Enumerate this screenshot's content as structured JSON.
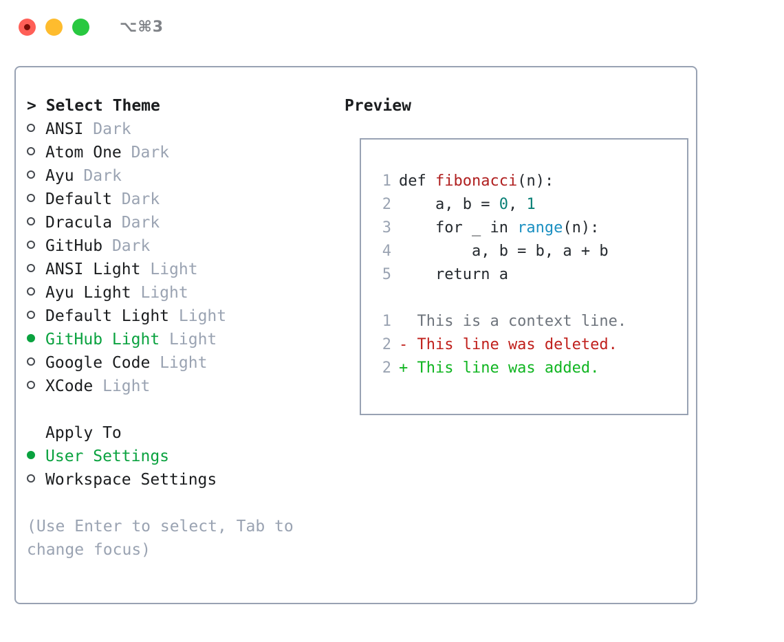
{
  "window": {
    "shortcut": "⌥⌘3",
    "traffic_lights": [
      {
        "name": "close",
        "color": "#ff5f57"
      },
      {
        "name": "minimize",
        "color": "#febc2e"
      },
      {
        "name": "maximize",
        "color": "#28c840"
      }
    ]
  },
  "theme_picker": {
    "title": "> Select Theme",
    "items": [
      {
        "bullet": "o",
        "label": "ANSI",
        "tag": "Dark",
        "selected": false
      },
      {
        "bullet": "o",
        "label": "Atom One",
        "tag": "Dark",
        "selected": false
      },
      {
        "bullet": "o",
        "label": "Ayu",
        "tag": "Dark",
        "selected": false
      },
      {
        "bullet": "o",
        "label": "Default",
        "tag": "Dark",
        "selected": false
      },
      {
        "bullet": "o",
        "label": "Dracula",
        "tag": "Dark",
        "selected": false
      },
      {
        "bullet": "o",
        "label": "GitHub",
        "tag": "Dark",
        "selected": false
      },
      {
        "bullet": "o",
        "label": "ANSI Light",
        "tag": "Light",
        "selected": false
      },
      {
        "bullet": "o",
        "label": "Ayu Light",
        "tag": "Light",
        "selected": false
      },
      {
        "bullet": "o",
        "label": "Default Light",
        "tag": "Light",
        "selected": false
      },
      {
        "bullet": "●",
        "label": "GitHub Light",
        "tag": "Light",
        "selected": true
      },
      {
        "bullet": "o",
        "label": "Google Code",
        "tag": "Light",
        "selected": false
      },
      {
        "bullet": "o",
        "label": "XCode",
        "tag": "Light",
        "selected": false
      }
    ]
  },
  "apply_to": {
    "title": "Apply To",
    "items": [
      {
        "label": "User Settings",
        "selected": true
      },
      {
        "label": "Workspace Settings",
        "selected": false
      }
    ]
  },
  "hint": "(Use Enter to select, Tab to change focus)",
  "preview": {
    "title": "Preview",
    "code_lines": [
      {
        "no": "1",
        "parts": [
          {
            "text": "def ",
            "cls": "tok-def"
          },
          {
            "text": "fibonacci",
            "cls": "tok-fn"
          },
          {
            "text": "(n):",
            "cls": "tok-plain"
          }
        ]
      },
      {
        "no": "2",
        "parts": [
          {
            "text": "    a, b = ",
            "cls": "tok-plain"
          },
          {
            "text": "0",
            "cls": "tok-num"
          },
          {
            "text": ", ",
            "cls": "tok-plain"
          },
          {
            "text": "1",
            "cls": "tok-num"
          }
        ]
      },
      {
        "no": "3",
        "parts": [
          {
            "text": "    for _ in ",
            "cls": "tok-plain"
          },
          {
            "text": "range",
            "cls": "tok-call"
          },
          {
            "text": "(n):",
            "cls": "tok-plain"
          }
        ]
      },
      {
        "no": "4",
        "parts": [
          {
            "text": "        a, b = b, a + b",
            "cls": "tok-plain"
          }
        ]
      },
      {
        "no": "5",
        "parts": [
          {
            "text": "    return a",
            "cls": "tok-plain"
          }
        ]
      }
    ],
    "diff_lines": [
      {
        "no": "1",
        "marker": " ",
        "text": "  This is a context line.",
        "kind": "diff-ctx"
      },
      {
        "no": "2",
        "marker": "-",
        "text": "- This line was deleted.",
        "kind": "diff-del"
      },
      {
        "no": "2",
        "marker": "+",
        "text": "+ This line was added.",
        "kind": "diff-add"
      }
    ]
  },
  "colors": {
    "accent_green": "#0aa23f",
    "border": "#98a2b3",
    "muted": "#9aa3b2",
    "text": "#1b1d1f",
    "diff_add": "#10b521",
    "diff_del": "#c0201c",
    "code_fn": "#b02020",
    "code_num": "#087f75",
    "code_call": "#1a8fc1"
  }
}
